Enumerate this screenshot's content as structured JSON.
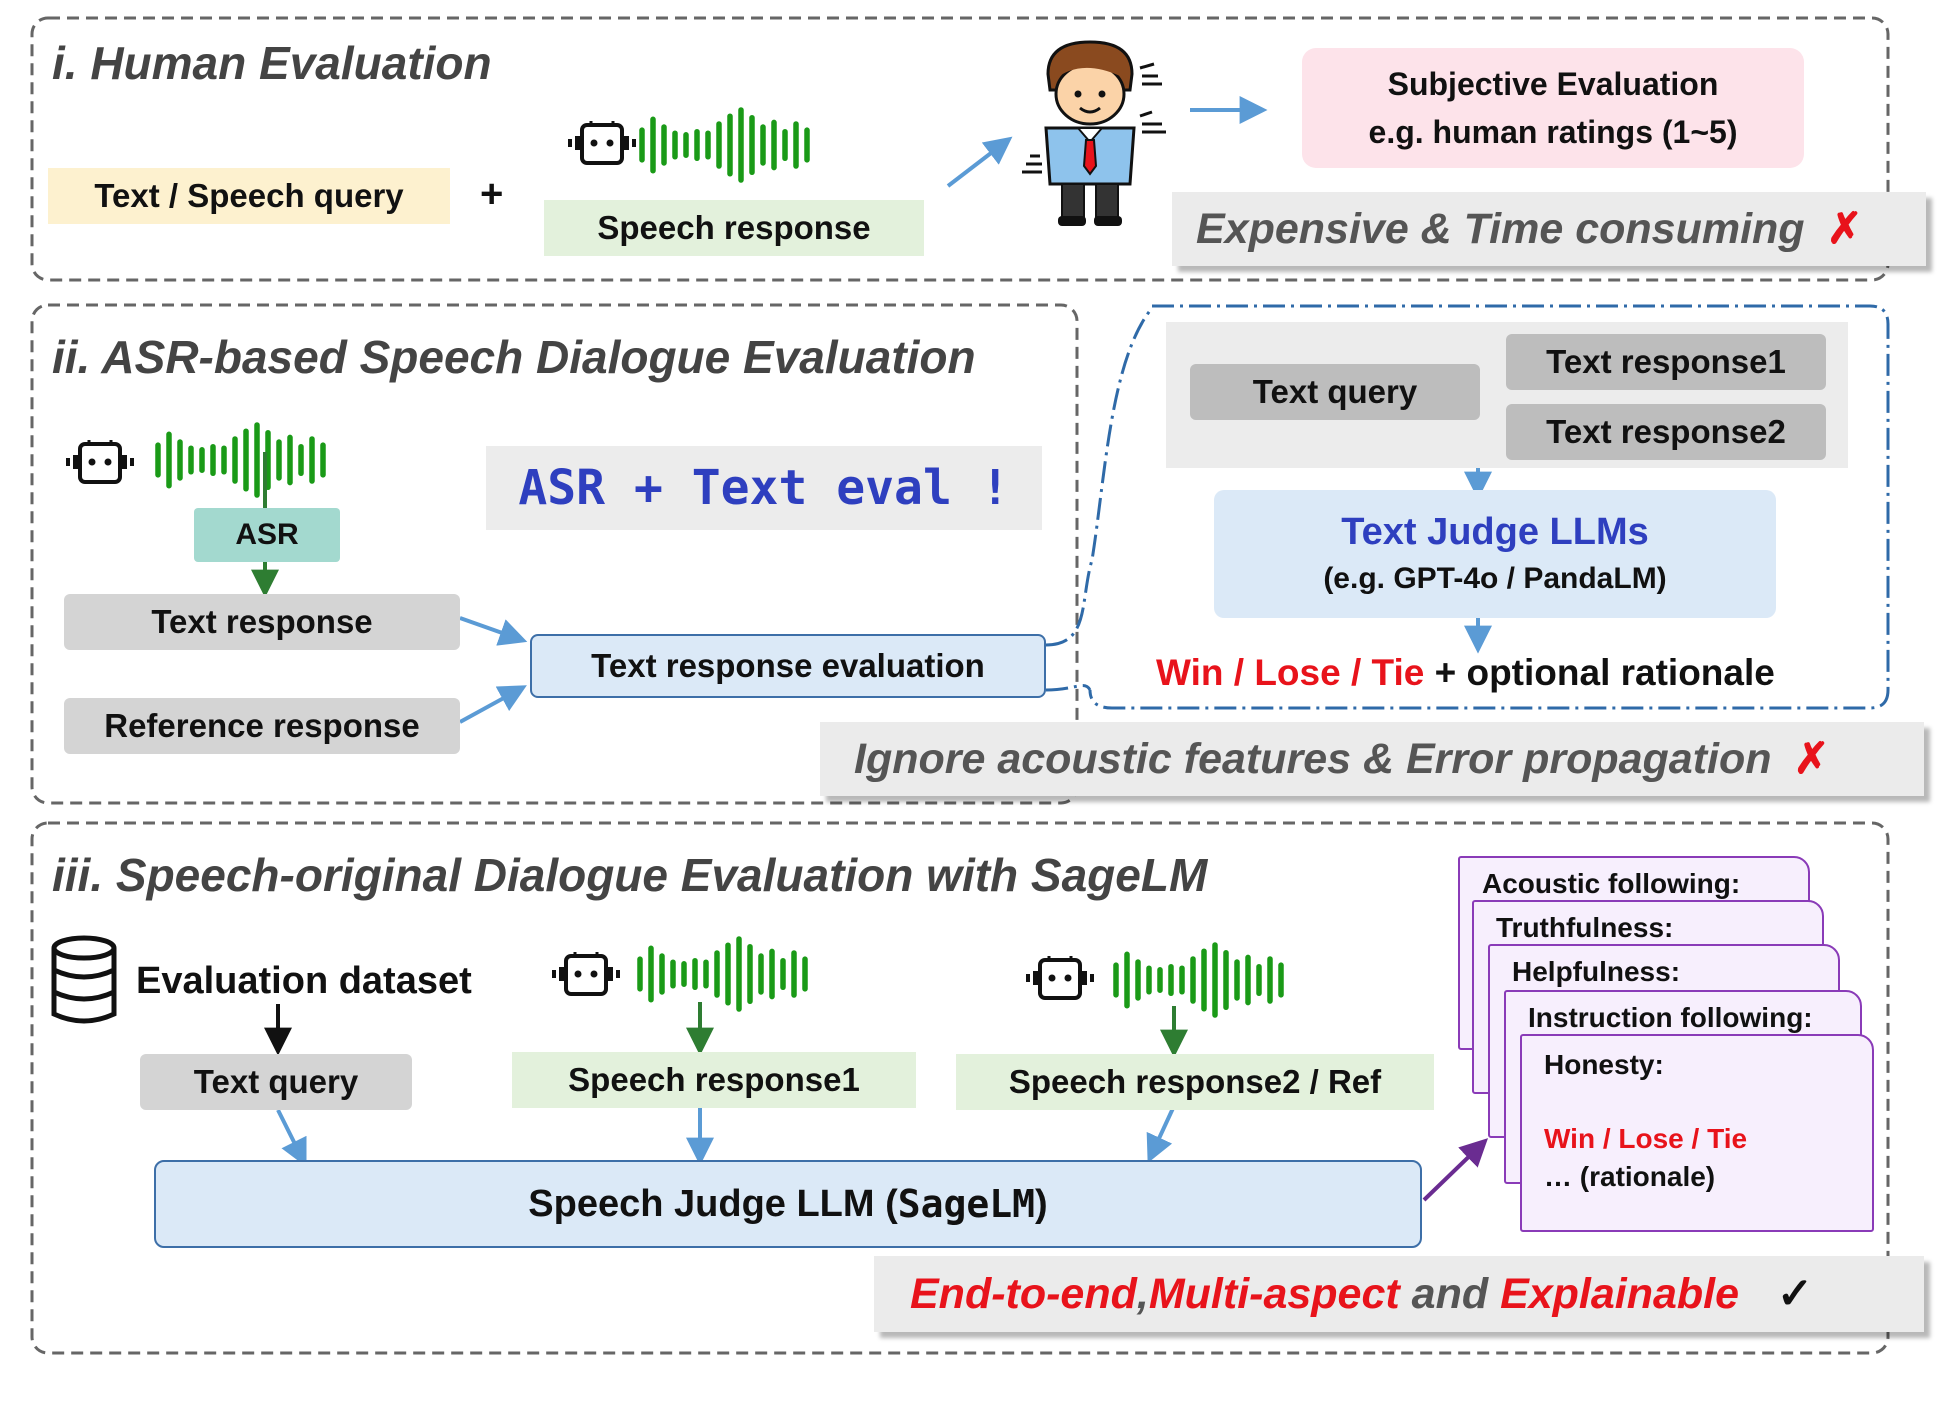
{
  "sections": {
    "human": {
      "title": "i. Human Evaluation",
      "query": "Text / Speech query",
      "plus": "+",
      "speech_response": "Speech response",
      "subjective_title": "Subjective Evaluation",
      "subjective_example": "e.g. human ratings (1~5)",
      "verdict": "Expensive & Time consuming",
      "verdict_mark": "✗"
    },
    "asr": {
      "title": "ii. ASR-based Speech Dialogue Evaluation",
      "asr_label": "ASR",
      "text_response": "Text response",
      "reference_response": "Reference response",
      "asr_text_eval": "ASR + Text eval !",
      "text_response_evaluation": "Text response evaluation",
      "verdict": "Ignore acoustic features & Error propagation",
      "verdict_mark": "✗"
    },
    "text_judge": {
      "text_query": "Text query",
      "text_response1": "Text response1",
      "text_response2": "Text response2",
      "judge_title": "Text Judge LLMs",
      "judge_example": "(e.g. GPT-4o  / PandaLM)",
      "outcome": "Win / Lose / Tie",
      "outcome_suffix": " + optional rationale"
    },
    "sagelm": {
      "title": "iii. Speech-original Dialogue Evaluation with SageLM",
      "dataset": "Evaluation dataset",
      "text_query": "Text query",
      "speech_response1": "Speech response1",
      "speech_response2": "Speech response2 / Ref",
      "judge_prefix": "Speech Judge LLM (",
      "judge_name": "SageLM",
      "judge_suffix": ")",
      "aspects": [
        "Acoustic following:",
        "Truthfulness:",
        "Helpfulness:",
        "Instruction following:",
        "Honesty:"
      ],
      "card_outcome": "Win / Lose / Tie",
      "card_rationale": "… (rationale)",
      "verdict_part1": "End-to-end",
      "verdict_sep1": ", ",
      "verdict_part2": "Multi-aspect",
      "verdict_sep2": " and ",
      "verdict_part3": "Explainable",
      "verdict_mark": "✓"
    }
  },
  "colors": {
    "query_yellow": "#fdf1cf",
    "speech_green": "#e3f1dc",
    "subjective_pink": "#fde3ea",
    "judge_blue": "#dbe9f7",
    "asr_teal": "#a3d9cf",
    "grey_box": "#d4d4d4",
    "arrow_blue": "#5b9bd5",
    "wave_green": "#1a9a17",
    "verdict_red": "#e8131b",
    "title_blue": "#2e3fbf",
    "card_purple": "#8a3bb8"
  },
  "icons": [
    "robot-icon",
    "sound-wave-icon",
    "person-icon",
    "database-icon",
    "check-icon",
    "cross-icon"
  ]
}
